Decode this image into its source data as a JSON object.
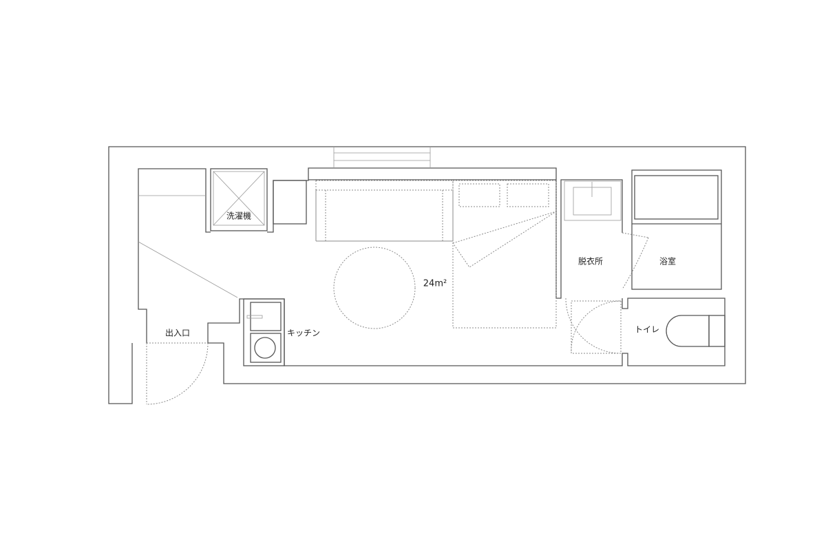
{
  "plan": {
    "area": "24m²",
    "rooms": {
      "washer": "洗濯機",
      "entrance": "出入口",
      "kitchen": "キッチン",
      "dressing": "脱衣所",
      "bath": "浴室",
      "toilet": "トイレ"
    }
  }
}
